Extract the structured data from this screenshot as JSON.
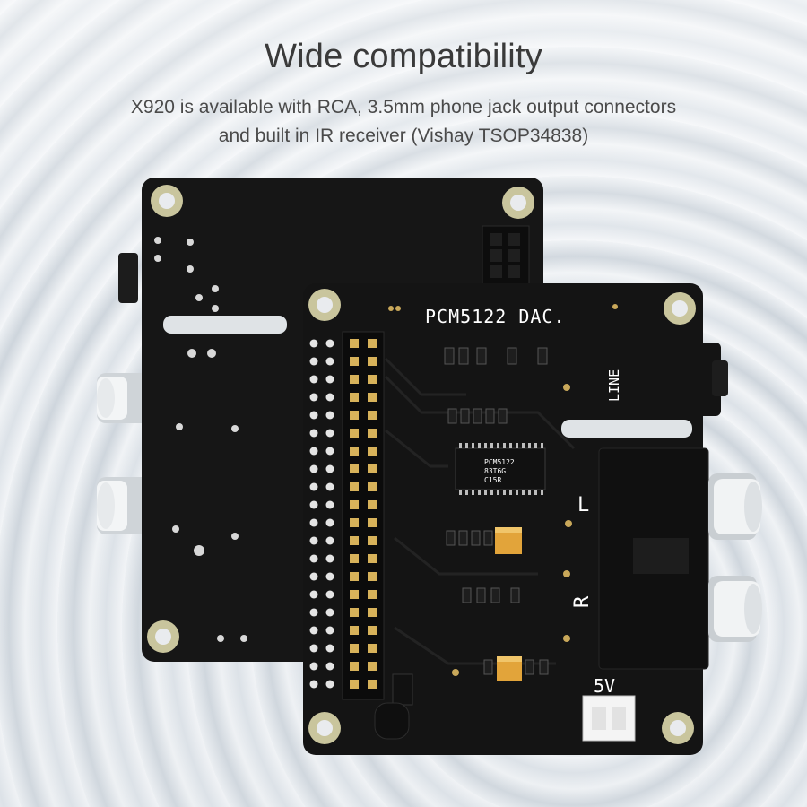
{
  "header": {
    "title": "Wide compatibility",
    "description_line1": "X920 is available with RCA, 3.5mm phone jack output connectors",
    "description_line2": "and built in IR receiver (Vishay TSOP34838)"
  },
  "board": {
    "label_dac": "PCM5122 DAC.",
    "label_line": "LINE",
    "label_left": "L",
    "label_right": "R",
    "label_power": "5V",
    "chip_marking_line1": "PCM5122",
    "chip_marking_line2": "83T6G",
    "chip_marking_line3": "C15R"
  },
  "colors": {
    "pcb": "#151515",
    "silkscreen": "#ffffff",
    "mount_hole": "#c8c39a",
    "header_pin": "#d7b25a",
    "capacitor": "#e3a53b",
    "rca_chrome": "#d9dde0"
  }
}
